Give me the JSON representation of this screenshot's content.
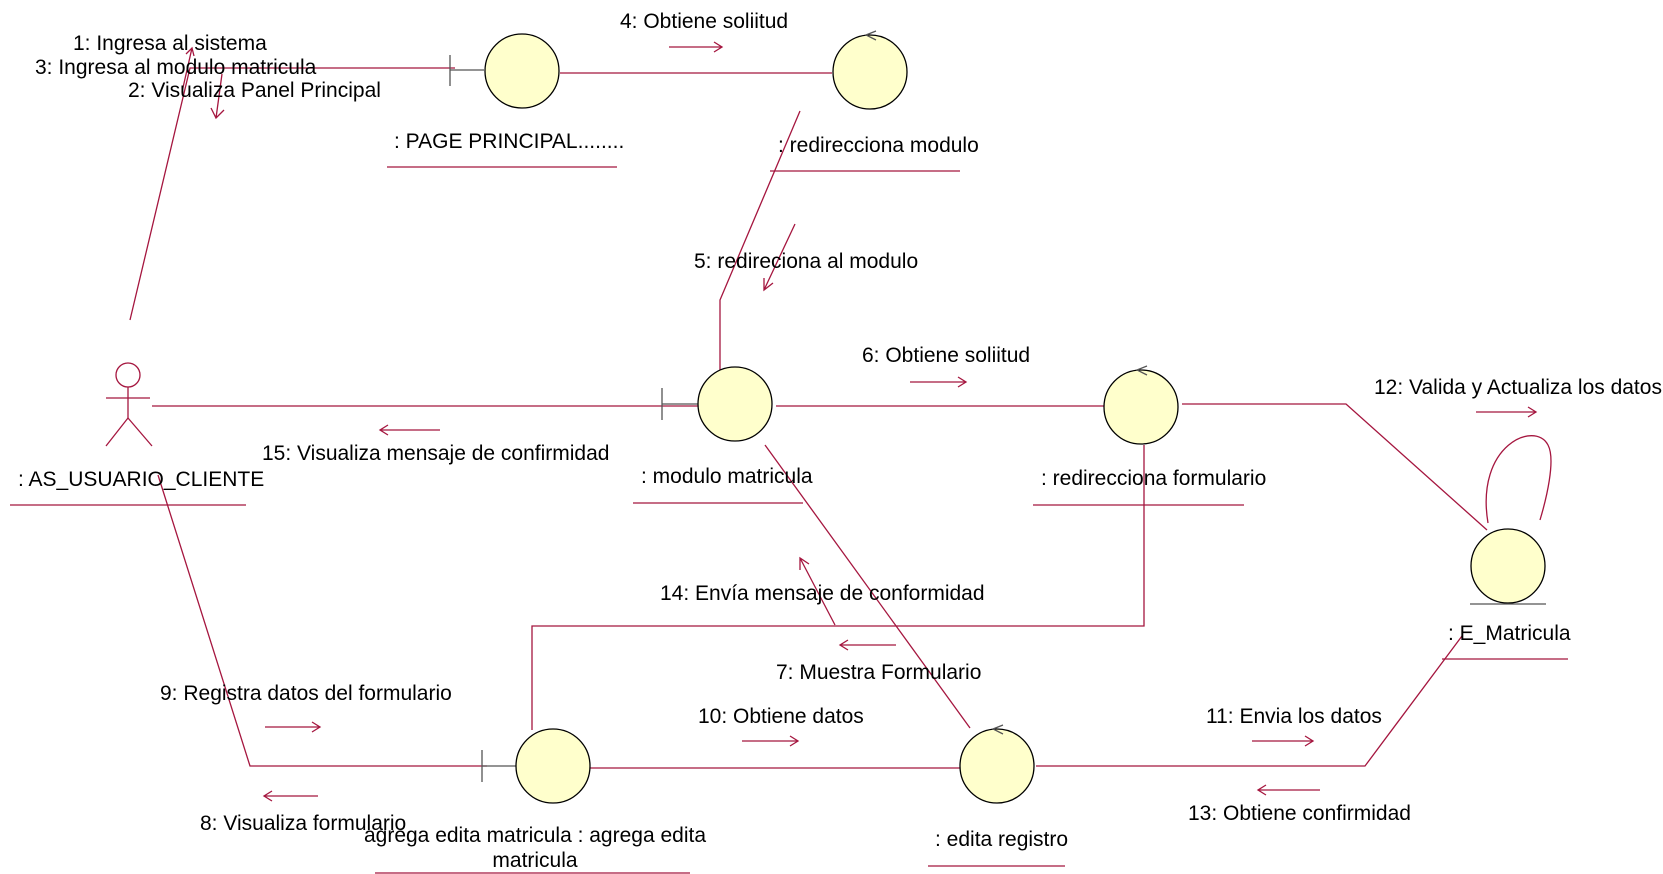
{
  "objects": {
    "actor": ": AS_USUARIO_CLIENTE",
    "page_principal": ": PAGE PRINCIPAL........",
    "redirecciona_modulo": ": redirecciona modulo",
    "modulo_matricula": ": modulo matricula",
    "redirecciona_formulario": ": redirecciona formulario",
    "e_matricula": ": E_Matricula",
    "agrega_edita_line1": "agrega edita matricula : agrega edita",
    "agrega_edita_line2": "matricula",
    "edita_registro": ": edita registro"
  },
  "messages": {
    "m1": "1: Ingresa al sistema",
    "m2": "2: Visualiza Panel Principal",
    "m3": "3: Ingresa al modulo matricula",
    "m4": "4: Obtiene soliitud",
    "m5": "5: redireciona al modulo",
    "m6": "6: Obtiene soliitud",
    "m7": "7: Muestra Formulario",
    "m8": "8: Visualiza formulario",
    "m9": "9: Registra datos del formulario",
    "m10": "10: Obtiene datos",
    "m11": "11: Envia los datos",
    "m12": "12: Valida y Actualiza los datos",
    "m13": "13: Obtiene confirmidad",
    "m14": "14: Envía mensaje de conformidad",
    "m15": "15: Visualiza mensaje de confirmidad"
  },
  "colors": {
    "link": "#a5163f",
    "object_fill": "#ffffcc"
  }
}
